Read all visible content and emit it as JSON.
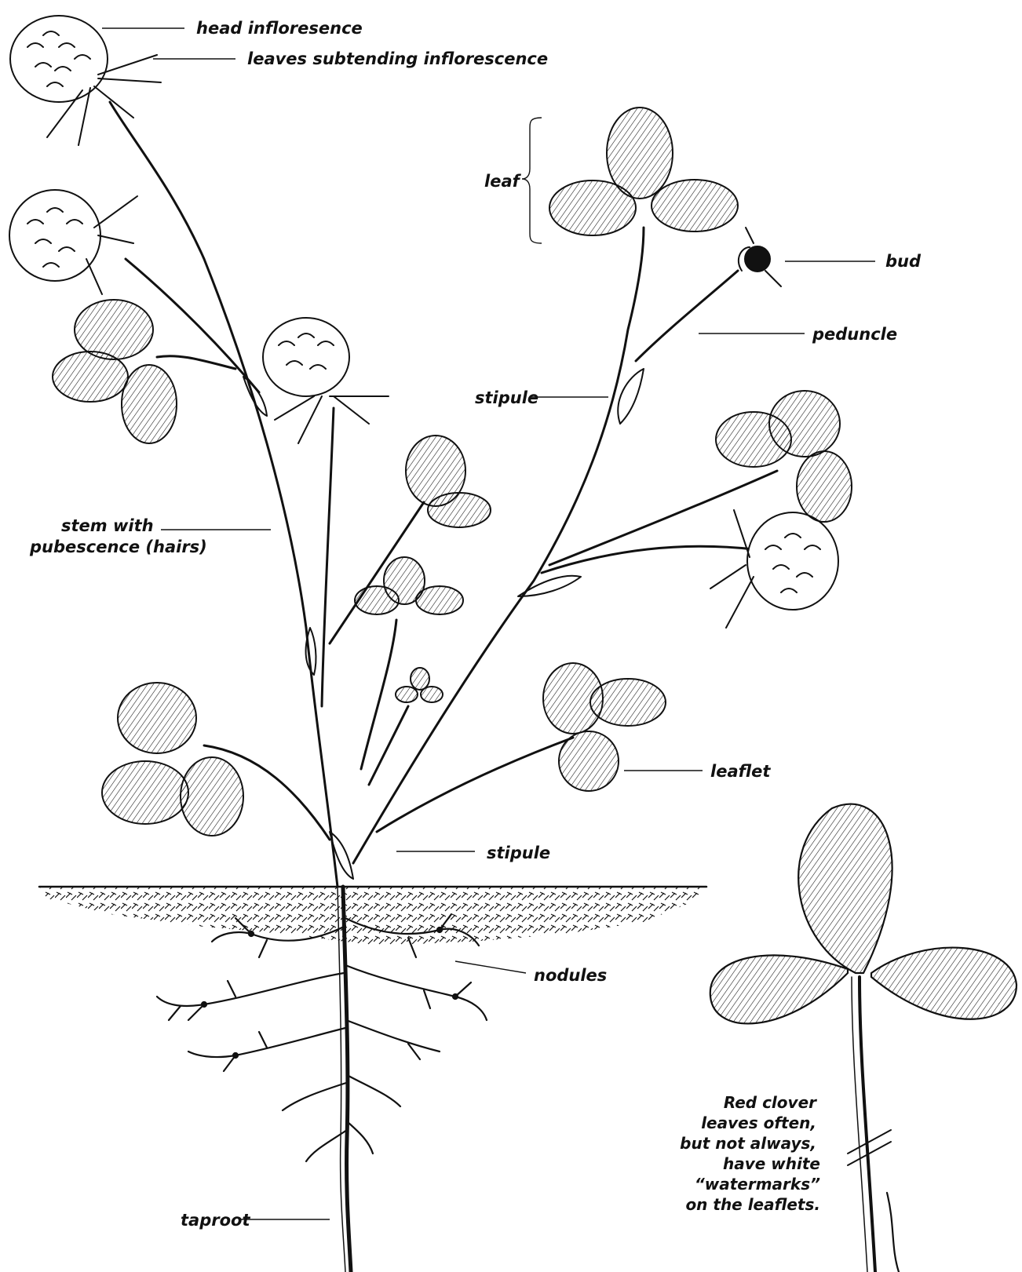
{
  "labels": {
    "head_inflorescence": "head infloresence",
    "leaves_subtending": "leaves subtending inflorescence",
    "leaf": "leaf",
    "bud": "bud",
    "peduncle": "peduncle",
    "stipule_upper": "stipule",
    "stem_line1": "stem with",
    "stem_line2": "pubescence (hairs)",
    "leaflet": "leaflet",
    "stipule_lower": "stipule",
    "nodules": "nodules",
    "taproot": "taproot"
  },
  "caption": {
    "line1": "Red clover",
    "line2": "leaves often,",
    "line3": "but not always,",
    "line4": "have white",
    "line5": "“watermarks”",
    "line6": "on the leaflets."
  }
}
